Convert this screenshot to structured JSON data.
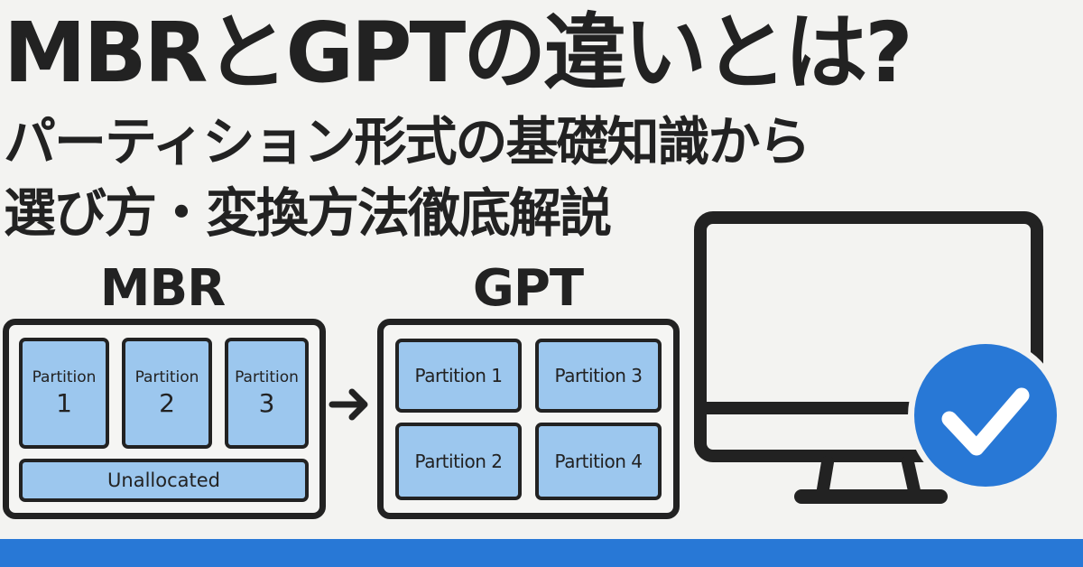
{
  "headline": {
    "title": "MBRとGPTの違いとは?",
    "subtitle_line1": "パーティション形式の基礎知識から",
    "subtitle_line2": "選び方・変換方法徹底解説"
  },
  "diagram": {
    "mbr": {
      "label": "MBR",
      "partitions": [
        {
          "label": "Partition",
          "number": "1"
        },
        {
          "label": "Partition",
          "number": "2"
        },
        {
          "label": "Partition",
          "number": "3"
        }
      ],
      "unallocated_label": "Unallocated"
    },
    "arrow_icon": "arrow-right-icon",
    "gpt": {
      "label": "GPT",
      "partitions": [
        {
          "label": "Partition 1"
        },
        {
          "label": "Partition 3"
        },
        {
          "label": "Partition 2"
        },
        {
          "label": "Partition 4"
        }
      ]
    }
  },
  "illustration": {
    "icon": "monitor-icon",
    "badge_icon": "checkmark-circle-icon"
  },
  "colors": {
    "background": "#f3f3f1",
    "text": "#222222",
    "partition_fill": "#9cc7ee",
    "accent_blue": "#2878d6"
  }
}
